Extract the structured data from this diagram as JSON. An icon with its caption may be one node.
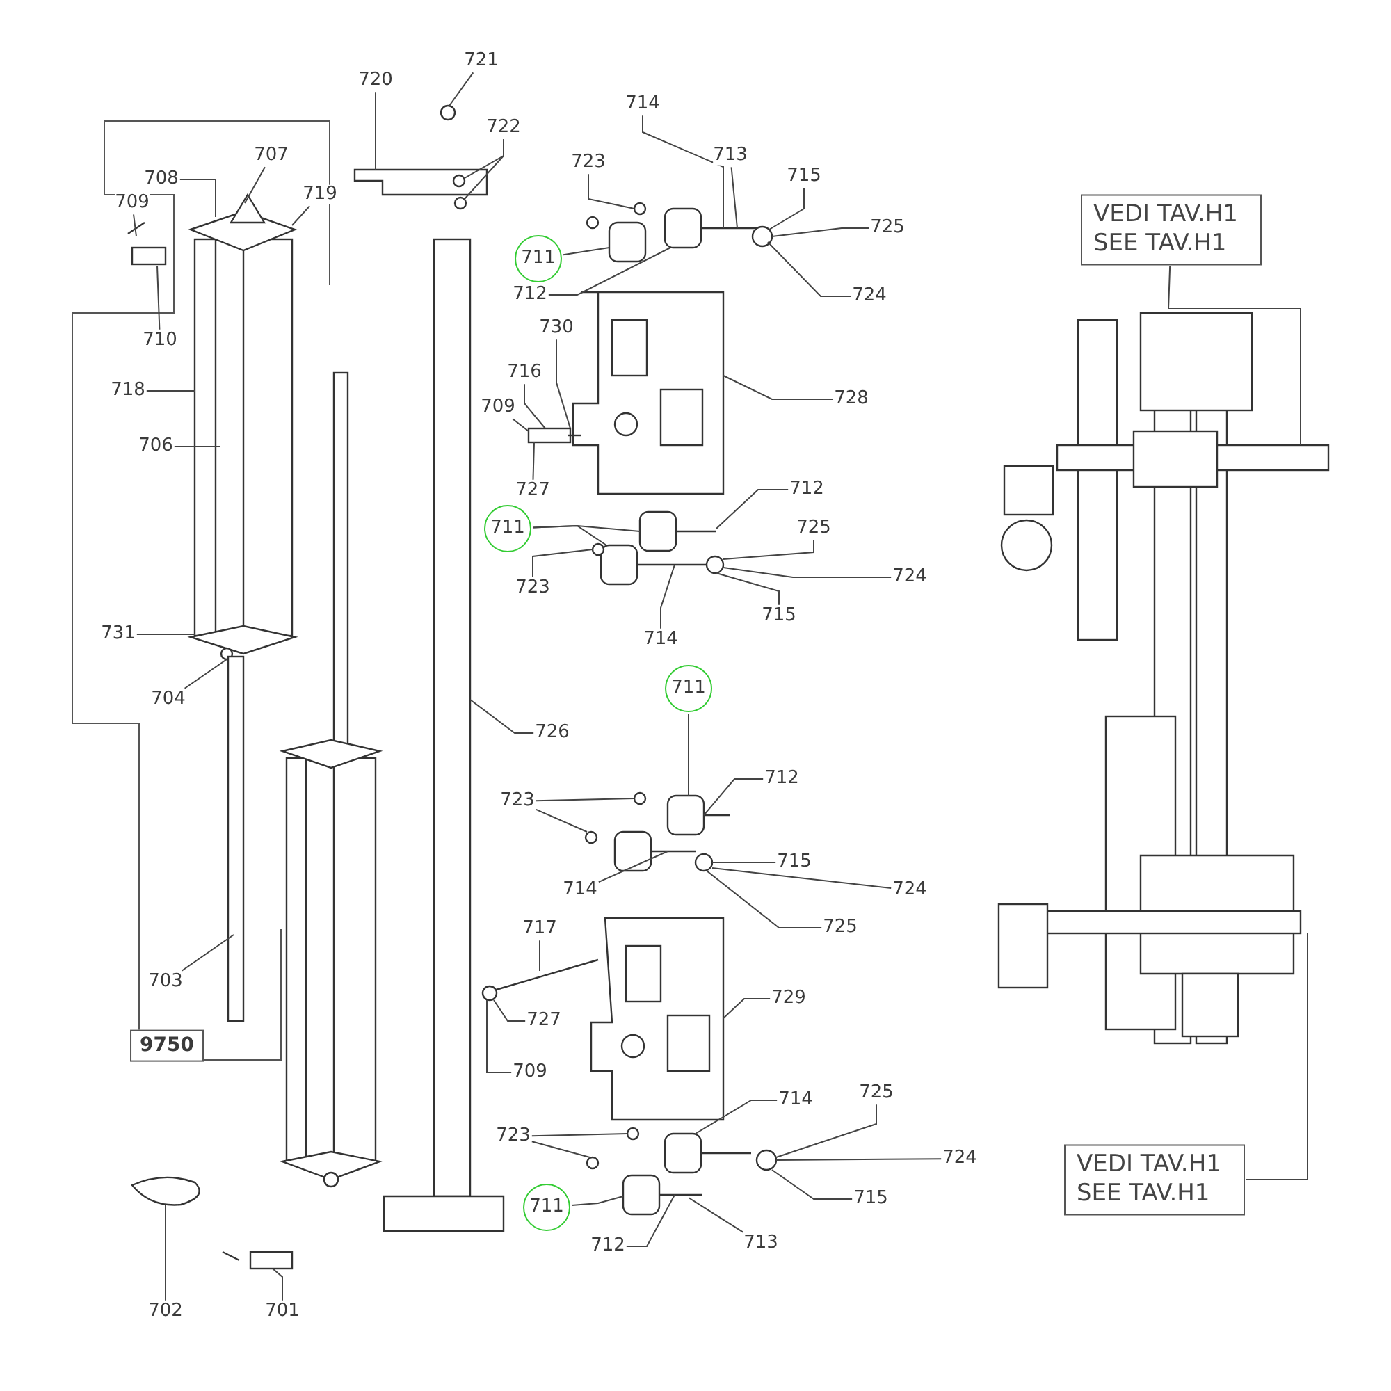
{
  "diagram": {
    "nodes": [
      {
        "text": [
          "720"
        ]
      },
      {
        "text": [
          "721"
        ]
      },
      {
        "text": [
          "722"
        ]
      },
      {
        "text": [
          "708"
        ]
      },
      {
        "text": [
          "707"
        ]
      },
      {
        "text": [
          "719"
        ]
      },
      {
        "text": [
          "709"
        ]
      },
      {
        "text": [
          "710"
        ]
      },
      {
        "text": [
          "718"
        ]
      },
      {
        "text": [
          "706"
        ]
      },
      {
        "text": [
          "731"
        ]
      },
      {
        "text": [
          "704"
        ]
      },
      {
        "text": [
          "703"
        ]
      },
      {
        "text": [
          "9750"
        ]
      },
      {
        "text": [
          "702"
        ]
      },
      {
        "text": [
          "701"
        ]
      },
      {
        "text": [
          "726"
        ]
      },
      {
        "text": [
          "714"
        ]
      },
      {
        "text": [
          "713"
        ]
      },
      {
        "text": [
          "715"
        ]
      },
      {
        "text": [
          "723"
        ]
      },
      {
        "text": [
          "711"
        ]
      },
      {
        "text": [
          "712"
        ]
      },
      {
        "text": [
          "725"
        ]
      },
      {
        "text": [
          "724"
        ]
      },
      {
        "text": [
          "730"
        ]
      },
      {
        "text": [
          "716"
        ]
      },
      {
        "text": [
          "728"
        ]
      },
      {
        "text": [
          "709"
        ]
      },
      {
        "text": [
          "727"
        ]
      },
      {
        "text": [
          "711"
        ]
      },
      {
        "text": [
          "712"
        ]
      },
      {
        "text": [
          "725"
        ]
      },
      {
        "text": [
          "724"
        ]
      },
      {
        "text": [
          "723"
        ]
      },
      {
        "text": [
          "715"
        ]
      },
      {
        "text": [
          "714"
        ]
      },
      {
        "text": [
          "711"
        ]
      },
      {
        "text": [
          "712"
        ]
      },
      {
        "text": [
          "723"
        ]
      },
      {
        "text": [
          "715"
        ]
      },
      {
        "text": [
          "724"
        ]
      },
      {
        "text": [
          "714"
        ]
      },
      {
        "text": [
          "725"
        ]
      },
      {
        "text": [
          "717"
        ]
      },
      {
        "text": [
          "727"
        ]
      },
      {
        "text": [
          "729"
        ]
      },
      {
        "text": [
          "709"
        ]
      },
      {
        "text": [
          "714"
        ]
      },
      {
        "text": [
          "725"
        ]
      },
      {
        "text": [
          "723"
        ]
      },
      {
        "text": [
          "724"
        ]
      },
      {
        "text": [
          "711"
        ]
      },
      {
        "text": [
          "712"
        ]
      },
      {
        "text": [
          "715"
        ]
      },
      {
        "text": [
          "713"
        ]
      },
      {
        "text": [
          "VEDI TAV.H1 SEE TAV.H1"
        ]
      },
      {
        "text": [
          "VEDI TAV.H1 SEE TAV.H1"
        ]
      }
    ],
    "edges": [
      {
        "from": 0,
        "to": null,
        "arrow": "none"
      },
      {
        "from": 1,
        "to": null,
        "arrow": "none"
      },
      {
        "from": 2,
        "to": null,
        "arrow": "none"
      },
      {
        "from": 2,
        "to": null,
        "arrow": "none"
      },
      {
        "from": 3,
        "to": null,
        "arrow": "none"
      },
      {
        "from": 4,
        "to": null,
        "arrow": "none"
      },
      {
        "from": 5,
        "to": null,
        "arrow": "none"
      },
      {
        "from": 6,
        "to": null,
        "arrow": "none"
      },
      {
        "from": 7,
        "to": null,
        "arrow": "none"
      },
      {
        "from": 8,
        "to": null,
        "arrow": "none"
      },
      {
        "from": 9,
        "to": null,
        "arrow": "none"
      },
      {
        "from": 10,
        "to": null,
        "arrow": "none"
      },
      {
        "from": 11,
        "to": null,
        "arrow": "none"
      },
      {
        "from": 12,
        "to": null,
        "arrow": "none"
      },
      {
        "from": 14,
        "to": null,
        "arrow": "none"
      },
      {
        "from": 15,
        "to": null,
        "arrow": "none"
      },
      {
        "from": 16,
        "to": null,
        "arrow": "none"
      },
      {
        "from": 17,
        "to": null,
        "arrow": "none"
      },
      {
        "from": 18,
        "to": null,
        "arrow": "none"
      },
      {
        "from": 19,
        "to": null,
        "arrow": "none"
      },
      {
        "from": 20,
        "to": null,
        "arrow": "none"
      },
      {
        "from": 21,
        "to": null,
        "arrow": "none"
      },
      {
        "from": 22,
        "to": null,
        "arrow": "none"
      },
      {
        "from": 23,
        "to": null,
        "arrow": "none"
      },
      {
        "from": 24,
        "to": null,
        "arrow": "none"
      },
      {
        "from": 25,
        "to": null,
        "arrow": "none"
      },
      {
        "from": 26,
        "to": null,
        "arrow": "none"
      },
      {
        "from": 27,
        "to": null,
        "arrow": "none"
      },
      {
        "from": 28,
        "to": null,
        "arrow": "none"
      },
      {
        "from": 29,
        "to": null,
        "arrow": "none"
      },
      {
        "from": 30,
        "to": null,
        "arrow": "none"
      },
      {
        "from": 30,
        "to": null,
        "arrow": "none"
      },
      {
        "from": 31,
        "to": null,
        "arrow": "none"
      },
      {
        "from": 32,
        "to": null,
        "arrow": "none"
      },
      {
        "from": 33,
        "to": null,
        "arrow": "none"
      },
      {
        "from": 34,
        "to": null,
        "arrow": "none"
      },
      {
        "from": 35,
        "to": null,
        "arrow": "none"
      },
      {
        "from": 36,
        "to": null,
        "arrow": "none"
      },
      {
        "from": 37,
        "to": null,
        "arrow": "none"
      },
      {
        "from": 38,
        "to": null,
        "arrow": "none"
      },
      {
        "from": 39,
        "to": null,
        "arrow": "none"
      },
      {
        "from": 39,
        "to": null,
        "arrow": "none"
      },
      {
        "from": 40,
        "to": null,
        "arrow": "none"
      },
      {
        "from": 41,
        "to": null,
        "arrow": "none"
      },
      {
        "from": 42,
        "to": null,
        "arrow": "none"
      },
      {
        "from": 43,
        "to": null,
        "arrow": "none"
      },
      {
        "from": 44,
        "to": null,
        "arrow": "none"
      },
      {
        "from": 45,
        "to": null,
        "arrow": "none"
      },
      {
        "from": 46,
        "to": null,
        "arrow": "none"
      },
      {
        "from": 47,
        "to": null,
        "arrow": "none"
      },
      {
        "from": 48,
        "to": null,
        "arrow": "none"
      },
      {
        "from": 49,
        "to": null,
        "arrow": "none"
      },
      {
        "from": 50,
        "to": null,
        "arrow": "none"
      },
      {
        "from": 50,
        "to": null,
        "arrow": "none"
      },
      {
        "from": 51,
        "to": null,
        "arrow": "none"
      },
      {
        "from": 52,
        "to": null,
        "arrow": "none"
      },
      {
        "from": 53,
        "to": null,
        "arrow": "none"
      },
      {
        "from": 54,
        "to": null,
        "arrow": "none"
      },
      {
        "from": 55,
        "to": null,
        "arrow": "none"
      },
      {
        "from": 56,
        "to": null,
        "arrow": "none"
      },
      {
        "from": 57,
        "to": null,
        "arrow": "none"
      }
    ]
  }
}
